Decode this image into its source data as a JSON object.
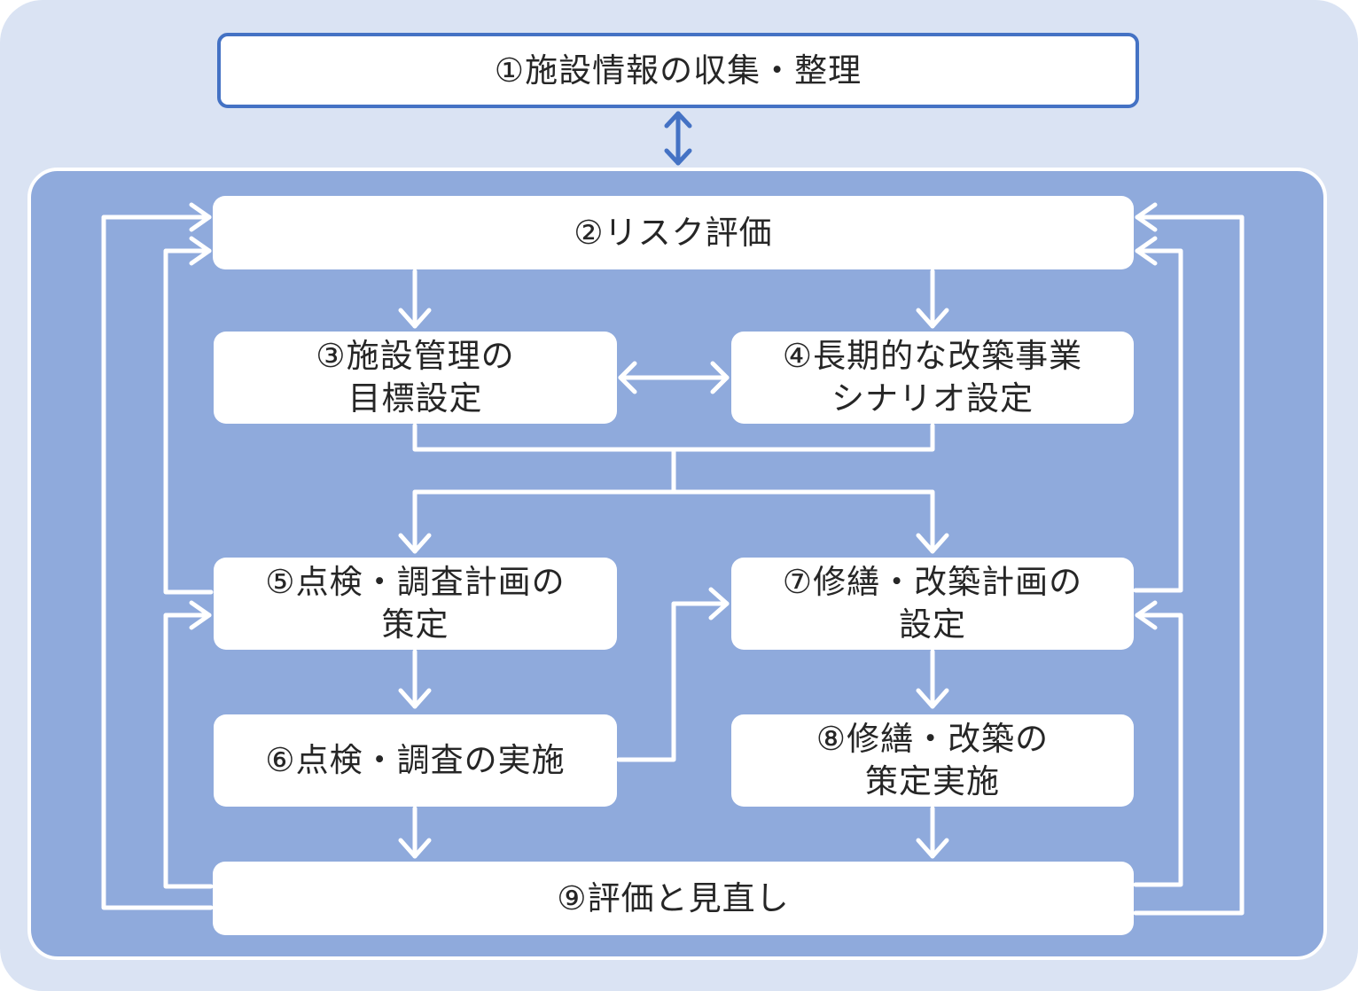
{
  "steps": {
    "s1": "①施設情報の収集・整理",
    "s2": "②リスク評価",
    "s3": "③施設管理の\n目標設定",
    "s4": "④長期的な改築事業\nシナリオ設定",
    "s5": "⑤点検・調査計画の\n策定",
    "s6": "⑥点検・調査の実施",
    "s7": "⑦修繕・改築計画の\n設定",
    "s8": "⑧修繕・改築の\n策定実施",
    "s9": "⑨評価と見直し"
  },
  "colors": {
    "outer_background": "#dae3f3",
    "inner_background": "#8faadc",
    "accent_blue": "#4472c4",
    "box_fill": "#ffffff",
    "arrow_white": "#ffffff",
    "text": "#262626"
  }
}
